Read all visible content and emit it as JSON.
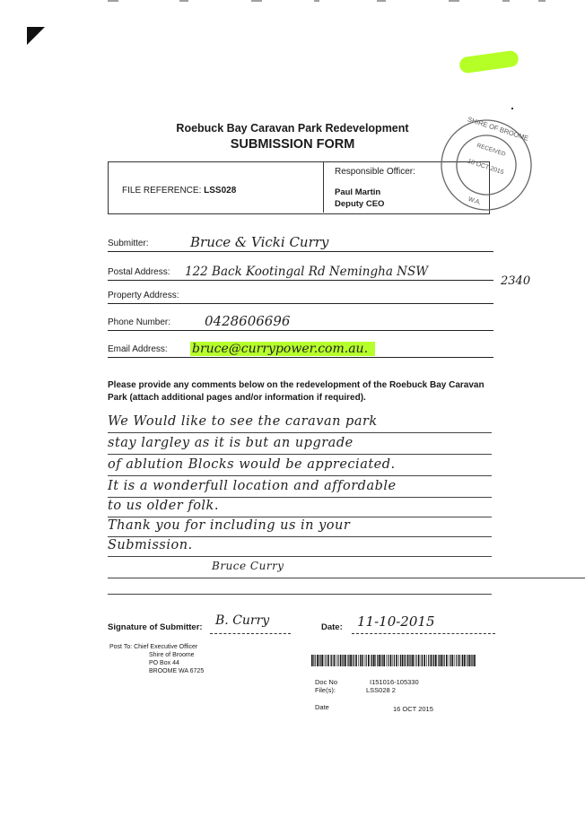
{
  "header": {
    "title": "Roebuck Bay Caravan Park Redevelopment",
    "subtitle": "SUBMISSION FORM"
  },
  "reference": {
    "file_reference_label": "FILE REFERENCE:",
    "file_reference_value": "LSS028",
    "responsible_officer_label": "Responsible Officer:",
    "officer_name": "Paul Martin",
    "officer_title": "Deputy CEO"
  },
  "stamp": {
    "top_text": "SHIRE OF BROOME",
    "received": "RECEIVED",
    "date": "16 OCT 2015",
    "state": "W.A."
  },
  "fields": {
    "submitter_label": "Submitter:",
    "submitter_value": "Bruce & Vicki Curry",
    "postal_label": "Postal Address:",
    "postal_value": "122 Back Kootingal Rd  Nemingha NSW",
    "postcode": "2340",
    "property_label": "Property Address:",
    "property_value": "",
    "phone_label": "Phone Number:",
    "phone_value": "0428606696",
    "email_label": "Email Address:",
    "email_value": "bruce@currypower.com.au."
  },
  "comments": {
    "instructions": "Please provide any comments below on the redevelopment of the Roebuck Bay Caravan Park (attach additional pages and/or information if required).",
    "lines": [
      "We Would like to see the caravan park",
      "stay largley as it is but an upgrade",
      "of ablution Blocks would be appreciated.",
      "It is a wonderfull location and affordable",
      "to us older folk.",
      "Thank you for including us in your",
      "Submission.",
      "Bruce Curry",
      ""
    ]
  },
  "signature": {
    "label": "Signature of Submitter:",
    "value": "B. Curry",
    "date_label": "Date:",
    "date_value": "11-10-2015"
  },
  "post_to": {
    "line1": "Post To: Chief Executive Officer",
    "line2": "Shire of Broome",
    "line3": "PO Box 44",
    "line4": "BROOME  WA  6725"
  },
  "docinfo": {
    "doc_no_label": "Doc No",
    "doc_no_value": "I151016-105330",
    "files_label": "File(s):",
    "files_value": "LSS028 2",
    "date_label": "Date",
    "date_value": "16 OCT 2015"
  },
  "colors": {
    "highlighter": "#b6ff2a",
    "ink": "#222222"
  }
}
